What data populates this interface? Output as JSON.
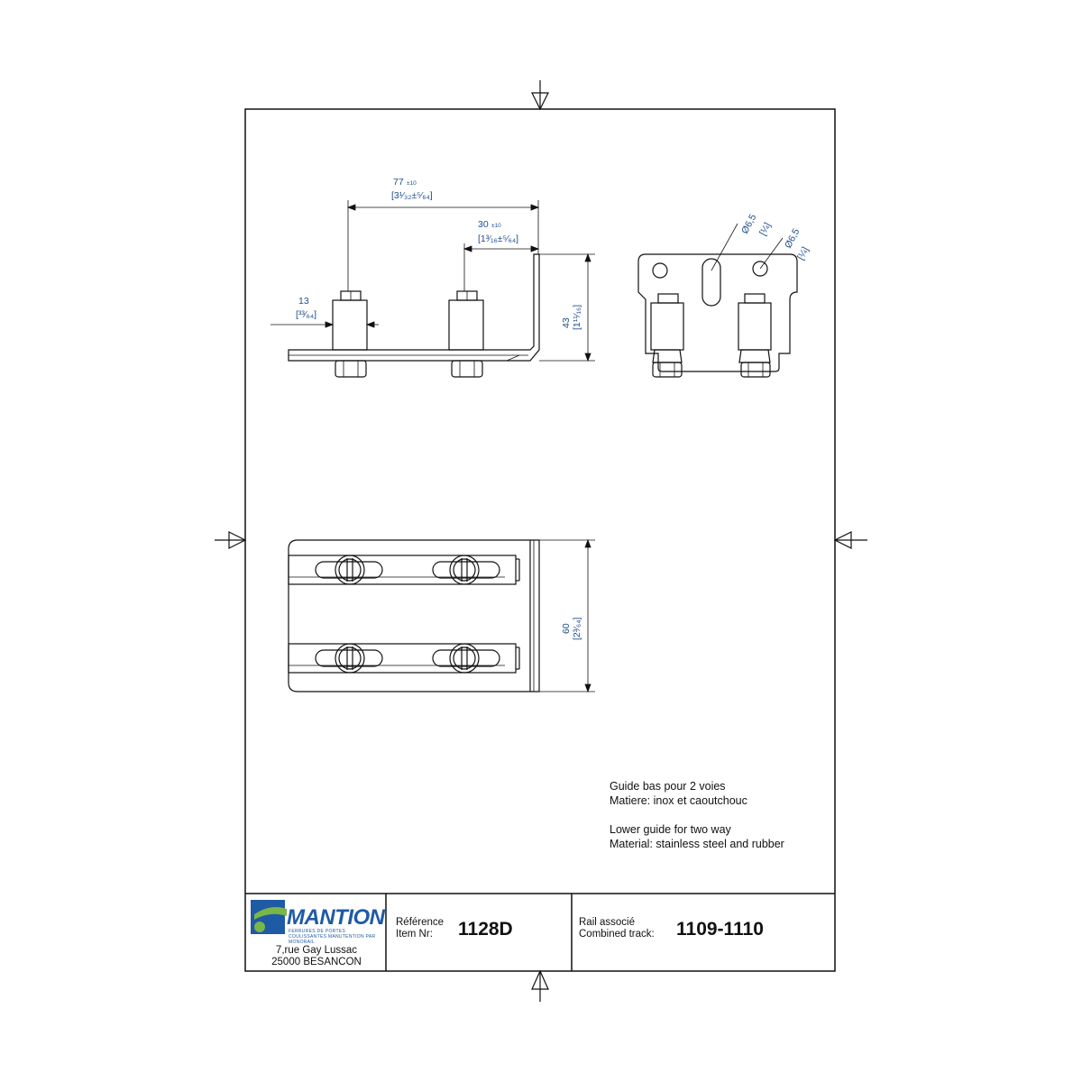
{
  "dimensions": {
    "overall_width": "77",
    "overall_width_tol": "±10",
    "overall_width_in": "[3¹⁄₃₂±⁵⁄₆₄]",
    "post_offset": "30",
    "post_offset_tol": "±10",
    "post_offset_in": "[1³⁄₁₆±⁵⁄₆₄]",
    "post_width": "13",
    "post_width_in": "[³³⁄₆₄]",
    "height": "43",
    "height_in": "[1¹¹⁄₁₆]",
    "slot_dia": "Ø6,5",
    "slot_dia_in": "[¼]",
    "hole_dia": "Ø6,5",
    "hole_dia_in": "[¼]",
    "base_width": "60",
    "base_width_in": "[2³⁄₆₄]"
  },
  "notes": {
    "fr_line1": "Guide bas pour 2 voies",
    "fr_line2": "Matiere: inox et caoutchouc",
    "en_line1": "Lower guide for two way",
    "en_line2": "Material: stainless steel and rubber"
  },
  "title_block": {
    "brand": "MANTION",
    "tagline": "FERRURES DE PORTES COULISSANTES MANUTENTION PAR MONORAIL",
    "address_line1": "7,rue Gay Lussac",
    "address_line2": "25000 BESANCON",
    "reference_label_fr": "Référence",
    "reference_label_en": "Item Nr:",
    "reference_value": "1128D",
    "rail_label_fr": "Rail associé",
    "rail_label_en": "Combined track:",
    "rail_value": "1109-1110"
  },
  "colors": {
    "dimension": "#1f4e8c",
    "line": "#111111",
    "logo_blue": "#1f5aa6",
    "logo_green": "#7ab648"
  }
}
